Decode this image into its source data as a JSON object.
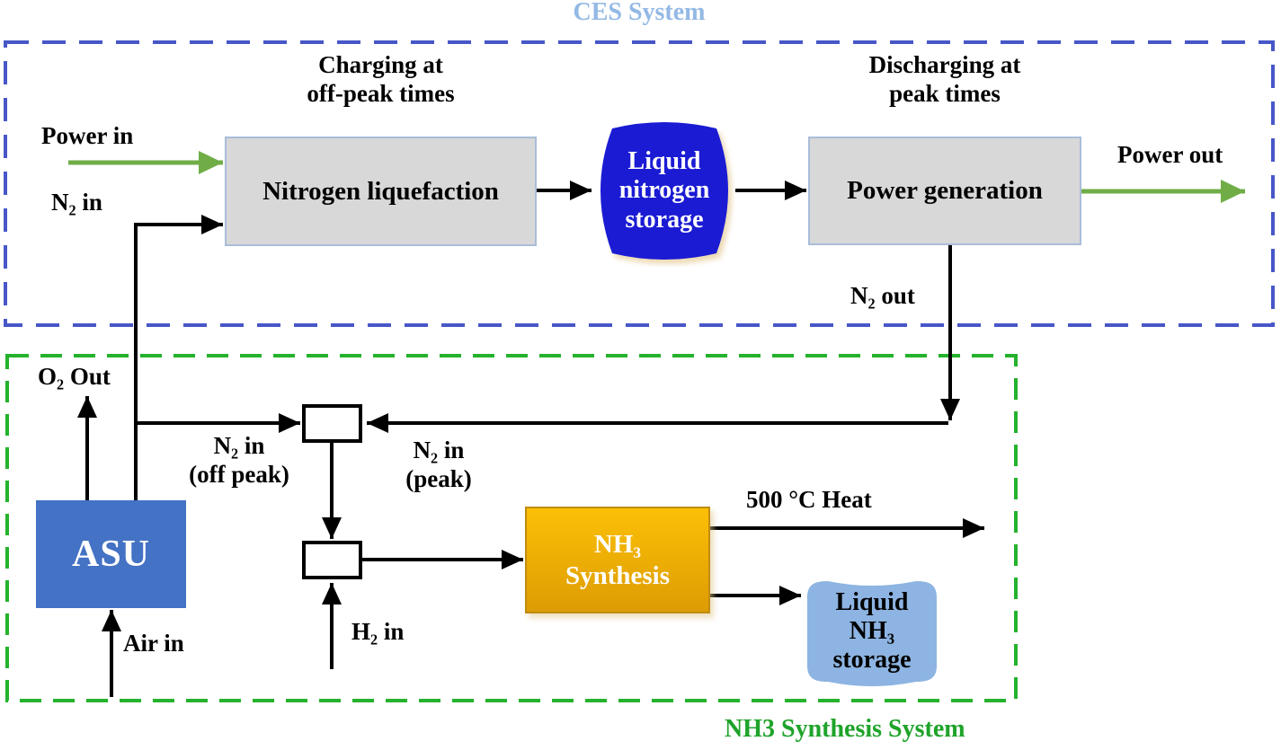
{
  "colors": {
    "ces-border": "#4757c8",
    "ces-title-text": "#93b9e5",
    "nh3-border": "#25b22c",
    "nh3-title-text": "#1fa32a",
    "flow-line": "#000000",
    "power-arrow": "#70ad47",
    "process-fill": "#d8d8d8",
    "process-border": "#a9bdd9",
    "asu-fill": "#4472c4",
    "n2-tank-fill": "#1b1bd4",
    "nh3-tank-fill": "#8db4e2",
    "synthesis-top": "#fcc006",
    "synthesis-bottom": "#dd9c04",
    "synthesis-border": "#c08c10"
  },
  "ces": {
    "title": "CES System",
    "charging_note": "Charging at\noff-peak times",
    "discharging_note": "Discharging at\npeak times",
    "power_in_label": "Power in",
    "n2_in_label": "N₂ in",
    "liquefaction_box_label": "Nitrogen liquefaction",
    "n2_tank_label": "Liquid\nnitrogen\nstorage",
    "generation_box_label": "Power generation",
    "power_out_label": "Power out",
    "n2_out_label": "N₂ out"
  },
  "nh3": {
    "title": "NH3 Synthesis System",
    "o2_out_label": "O₂ Out",
    "asu_box_label": "ASU",
    "air_in_label": "Air in",
    "n2_in_off_peak_label": "N₂ in\n(off peak)",
    "n2_in_peak_label": "N₂ in\n(peak)",
    "h2_in_label": "H₂ in",
    "synthesis_box_label": "NH₃\nSynthesis",
    "heat_label": "500 °C Heat",
    "nh3_tank_label": "Liquid\nNH₃\nstorage"
  }
}
